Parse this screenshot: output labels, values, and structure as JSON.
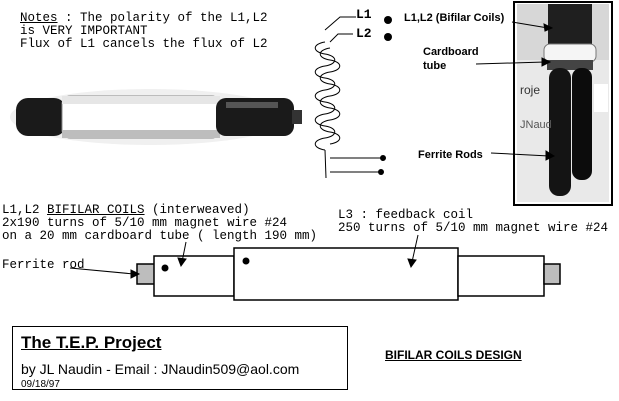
{
  "notes": {
    "heading": "Notes",
    "line1_rest": " : The polarity of the L1,L2",
    "line2": "is VERY IMPORTANT",
    "line3": "Flux of L1 cancels the flux of L2"
  },
  "coil_schematic": {
    "label_l1": "L1",
    "label_l2": "L2"
  },
  "photo_callouts": {
    "bifilar": "L1,L2 (Bifilar Coils)",
    "cardboard_line1": "Cardboard",
    "cardboard_line2": "tube",
    "ferrite": "Ferrite Rods",
    "photo_text_1": "roje",
    "photo_text_2": "JNaud"
  },
  "bifilar_desc": {
    "label": "L1,L2 ",
    "underlined": "BIFILAR COILS",
    "rest": " (interweaved)",
    "line2": "2x190 turns of 5/10 mm magnet wire #24",
    "line3": "on a 20 mm cardboard tube ( length 190 mm)"
  },
  "feedback_desc": {
    "line1": "L3 : feedback coil",
    "line2": "250 turns of 5/10 mm magnet wire #24"
  },
  "ferrite_rod_label": "Ferrite rod",
  "title_block": {
    "title": "The T.E.P. Project",
    "byline": "by JL Naudin - Email :  JNaudin509@aol.com",
    "date": "09/18/97"
  },
  "design_label": "BIFILAR COILS DESIGN"
}
